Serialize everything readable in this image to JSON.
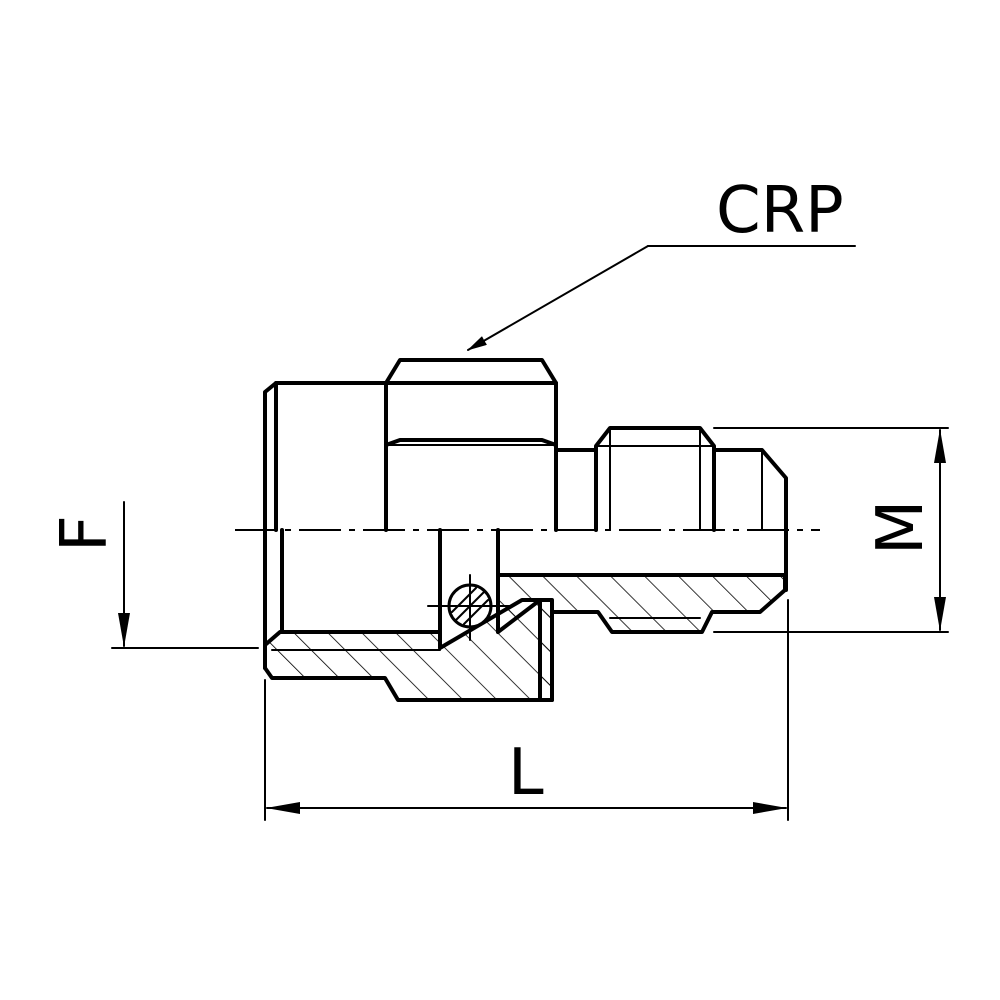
{
  "labels": {
    "callout": "CRP",
    "dim_f": "F",
    "dim_m": "M",
    "dim_l": "L"
  },
  "colors": {
    "line": "#000000",
    "background": "#ffffff"
  }
}
